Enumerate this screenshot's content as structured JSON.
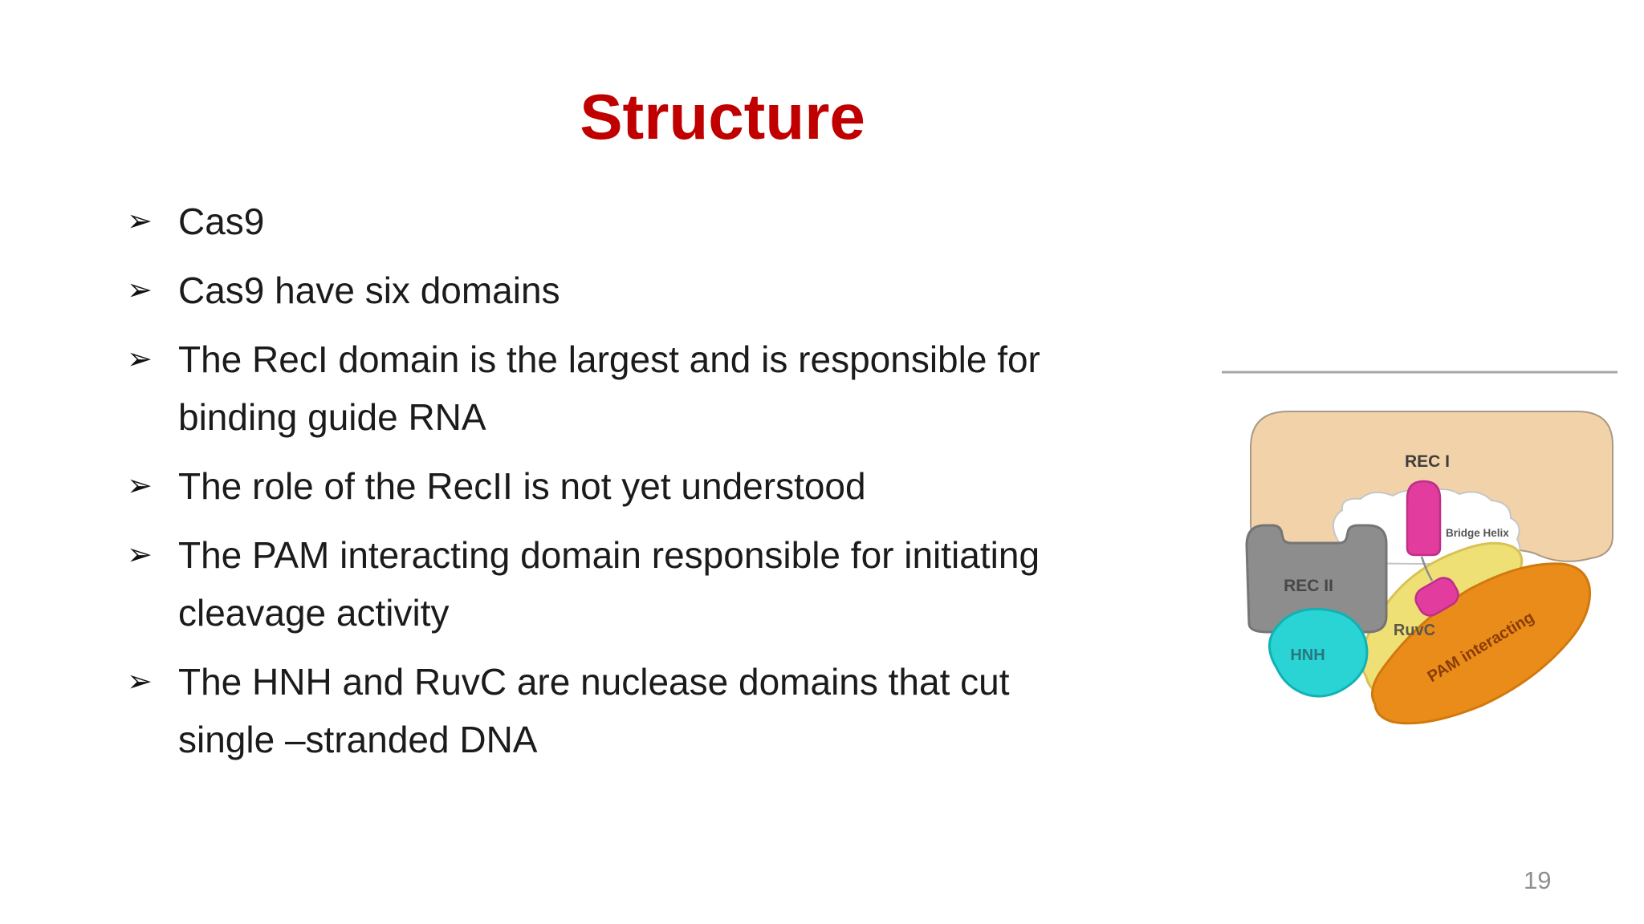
{
  "slide": {
    "title": "Structure",
    "title_color": "#c00000",
    "bullet_glyph": "➢",
    "page_number": "19",
    "bullets": [
      {
        "lines": [
          "Cas9"
        ]
      },
      {
        "lines": [
          "Cas9 have six domains"
        ]
      },
      {
        "lines": [
          "The RecI domain is the largest and is responsible for",
          "binding guide RNA"
        ]
      },
      {
        "lines": [
          "The role of the RecII is not yet understood"
        ]
      },
      {
        "lines": [
          "The PAM interacting domain responsible for initiating",
          "cleavage activity"
        ]
      },
      {
        "lines": [
          "The HNH and RuvC are nuclease domains that cut",
          "single –stranded DNA"
        ]
      }
    ]
  },
  "diagram": {
    "labels": {
      "rec1": "REC I",
      "rec2": "REC II",
      "bridge_helix": "Bridge Helix",
      "ruvc": "RuvC",
      "hnh": "HNH",
      "pam": "PAM interacting"
    },
    "colors": {
      "rec_lobe_tan": "#f2d3a9",
      "rec2_gray": "#8d8d8d",
      "hnh_cyan": "#2bd4d4",
      "ruvc_yellow": "#efe076",
      "pam_orange": "#ea8c1a",
      "bridge_magenta": "#e23c9e",
      "rule_line_gray": "#a6a6a6"
    }
  }
}
